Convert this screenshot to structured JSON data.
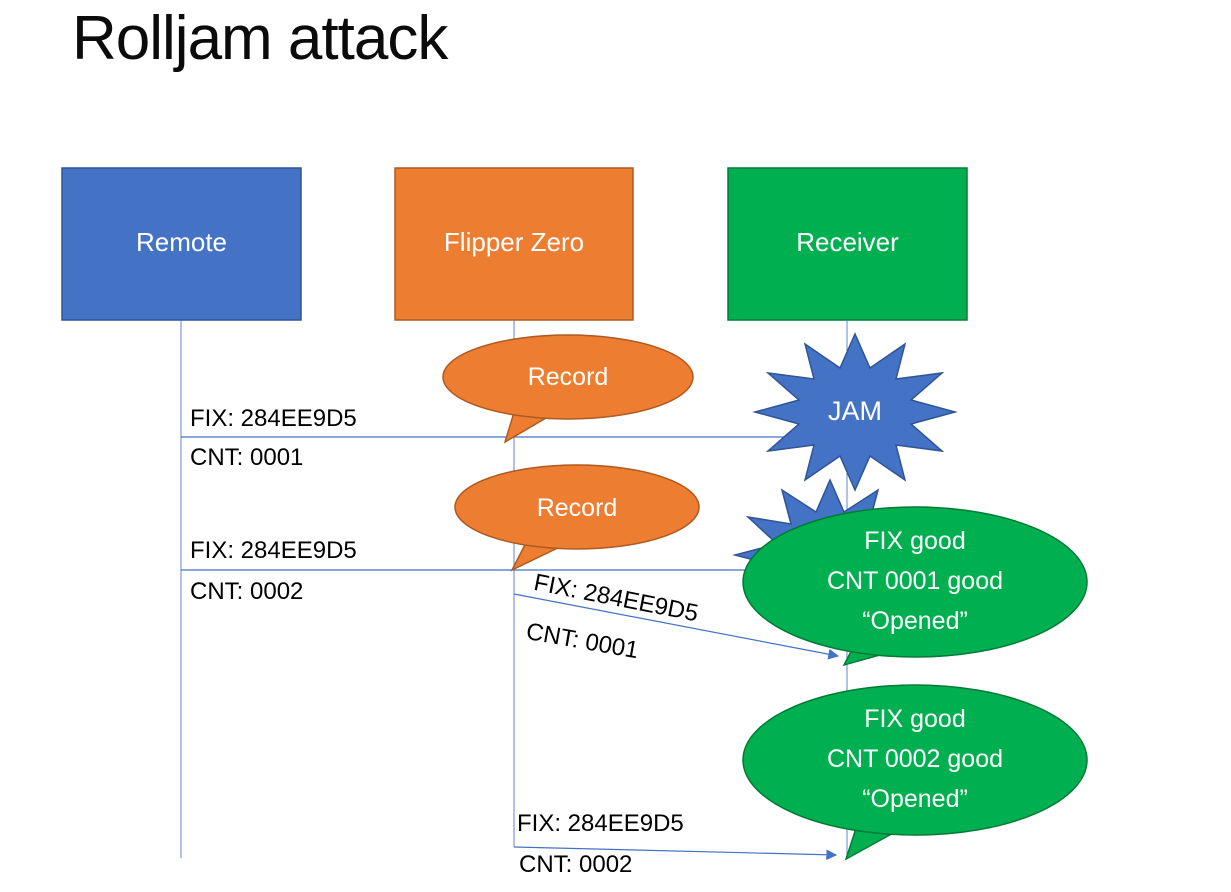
{
  "title": "Rolljam attack",
  "colors": {
    "accent_blue": "#4472C4",
    "accent_blue_dark": "#2F5597",
    "accent_orange": "#ED7D31",
    "accent_orange_dark": "#AE5A21",
    "accent_green": "#00B050",
    "accent_green_dark": "#007B36",
    "connector": "#4472C4",
    "text": "#000000",
    "text_on_fill": "#FFFFFF"
  },
  "actors": [
    {
      "label": "Remote",
      "fill": "#4472C4",
      "border": "#2F5597"
    },
    {
      "label": "Flipper Zero",
      "fill": "#ED7D31",
      "border": "#AE5A21"
    },
    {
      "label": "Receiver",
      "fill": "#00B050",
      "border": "#007B36"
    }
  ],
  "messages": [
    {
      "from": "Remote",
      "to": "Receiver",
      "line1": "FIX: 284EE9D5",
      "line2": "CNT: 0001"
    },
    {
      "from": "Remote",
      "to": "Receiver",
      "line1": "FIX: 284EE9D5",
      "line2": "CNT: 0002"
    },
    {
      "from": "Flipper Zero",
      "to": "Receiver",
      "line1": "FIX: 284EE9D5",
      "line2": "CNT: 0001"
    },
    {
      "from": "Flipper Zero",
      "to": "Receiver",
      "line1": "FIX: 284EE9D5",
      "line2": "CNT: 0002"
    }
  ],
  "callouts": {
    "record1": {
      "label": "Record"
    },
    "record2": {
      "label": "Record"
    },
    "jam": {
      "label": "JAM"
    },
    "response1": {
      "lines": [
        "FIX good",
        "CNT 0001 good",
        "“Opened”"
      ]
    },
    "response2": {
      "lines": [
        "FIX good",
        "CNT 0002 good",
        "“Opened”"
      ]
    }
  }
}
